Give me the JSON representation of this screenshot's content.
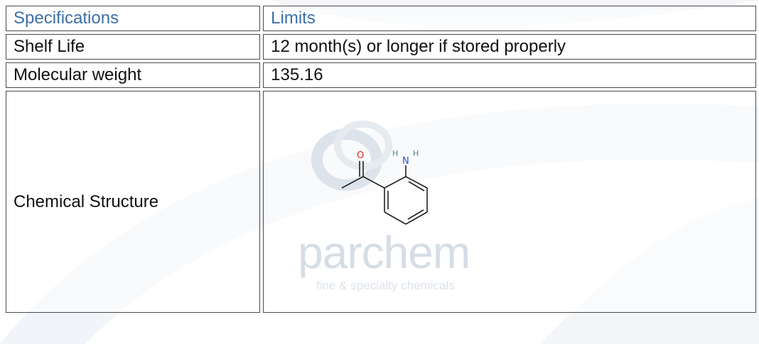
{
  "table": {
    "header": {
      "specifications": "Specifications",
      "limits": "Limits"
    },
    "rows": [
      {
        "label": "Shelf Life",
        "value": "12 month(s) or longer if stored properly"
      },
      {
        "label": "Molecular weight",
        "value": "135.16"
      }
    ],
    "structure_row": {
      "label": "Chemical Structure"
    }
  },
  "molecule": {
    "atom_o": "O",
    "atom_n": "N",
    "atom_h1": "H",
    "atom_h2": "H"
  },
  "watermark": {
    "brand": "parchem",
    "tagline": "fine & specialty chemicals"
  },
  "colors": {
    "header_text": "#3b6fa8",
    "oxygen": "#e02020",
    "nitrogen": "#2a4fd8",
    "hydrogen": "#4b8c8c",
    "watermark": "#d6dde6"
  }
}
